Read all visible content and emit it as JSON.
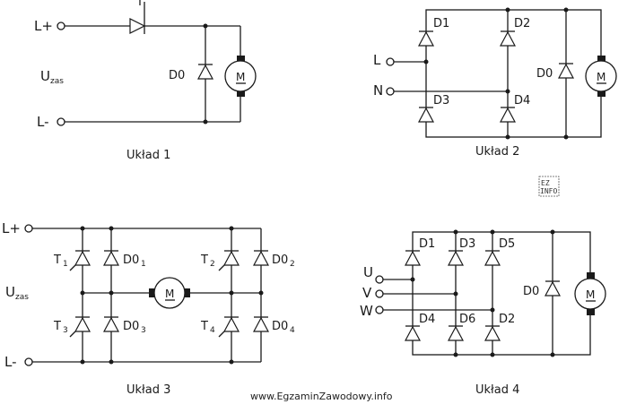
{
  "motor_label": "M",
  "c1": {
    "l_plus": "L+",
    "l_minus": "L-",
    "u_main": "U",
    "u_sub": "zas",
    "t": "T",
    "d0": "D0",
    "caption": "Układ 1"
  },
  "c2": {
    "l": "L",
    "n": "N",
    "d1": "D1",
    "d2": "D2",
    "d3": "D3",
    "d4": "D4",
    "d0": "D0",
    "caption": "Układ 2"
  },
  "c3": {
    "l_plus": "L+",
    "l_minus": "L-",
    "u_main": "U",
    "u_sub": "zas",
    "t1": "T",
    "t2": "T",
    "t3": "T",
    "t4": "T",
    "d0a": "D0",
    "s1": "1",
    "s2": "2",
    "s3": "3",
    "s4": "4",
    "caption": "Układ 3"
  },
  "c4": {
    "u": "U",
    "v": "V",
    "w": "W",
    "d1": "D1",
    "d3": "D3",
    "d5": "D5",
    "d4": "D4",
    "d6": "D6",
    "d2": "D2",
    "d0": "D0",
    "caption": "Układ 4"
  },
  "badge": {
    "top": "EZ",
    "bottom": "INFO"
  },
  "watermark": "www.EgzaminZawodowy.info"
}
